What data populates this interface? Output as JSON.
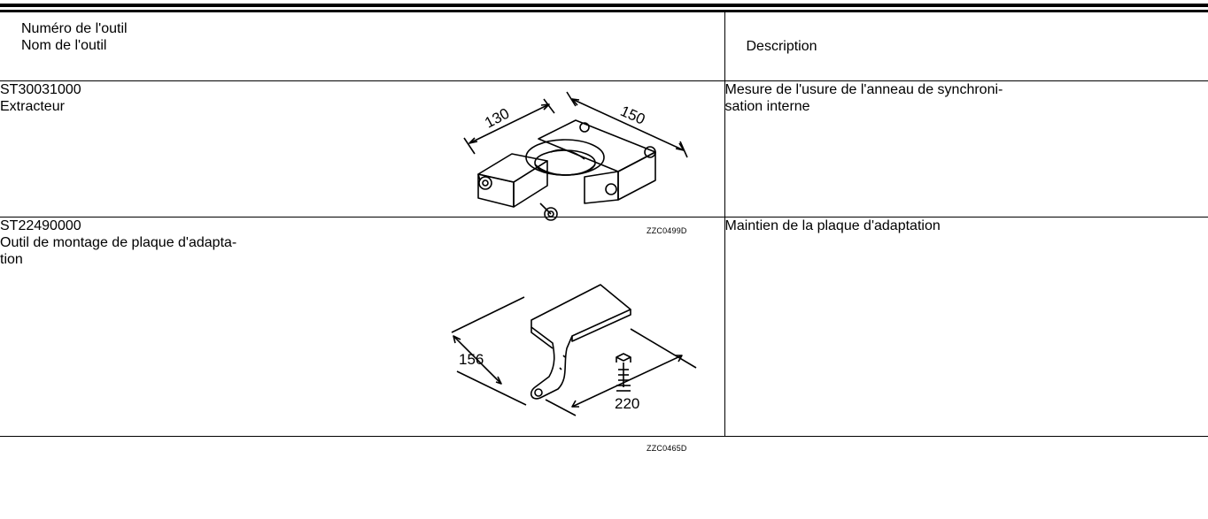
{
  "header": {
    "tool_number_label": "Numéro de l'outil",
    "tool_name_label": "Nom de l'outil",
    "description_label": "Description"
  },
  "tools": [
    {
      "number": "ST30031000",
      "name_lines": [
        "Extracteur"
      ],
      "description_lines": [
        "Mesure de l'usure de l'anneau de synchroni-",
        "sation interne"
      ],
      "figure_code": "ZZC0499D",
      "dimensions": [
        "130",
        "150"
      ]
    },
    {
      "number": "ST22490000",
      "name_lines": [
        "Outil de montage de plaque d'adapta-",
        "tion"
      ],
      "description_lines": [
        "Maintien de la plaque d'adaptation"
      ],
      "figure_code": "ZZC0465D",
      "dimensions": [
        "156",
        "220"
      ]
    }
  ]
}
